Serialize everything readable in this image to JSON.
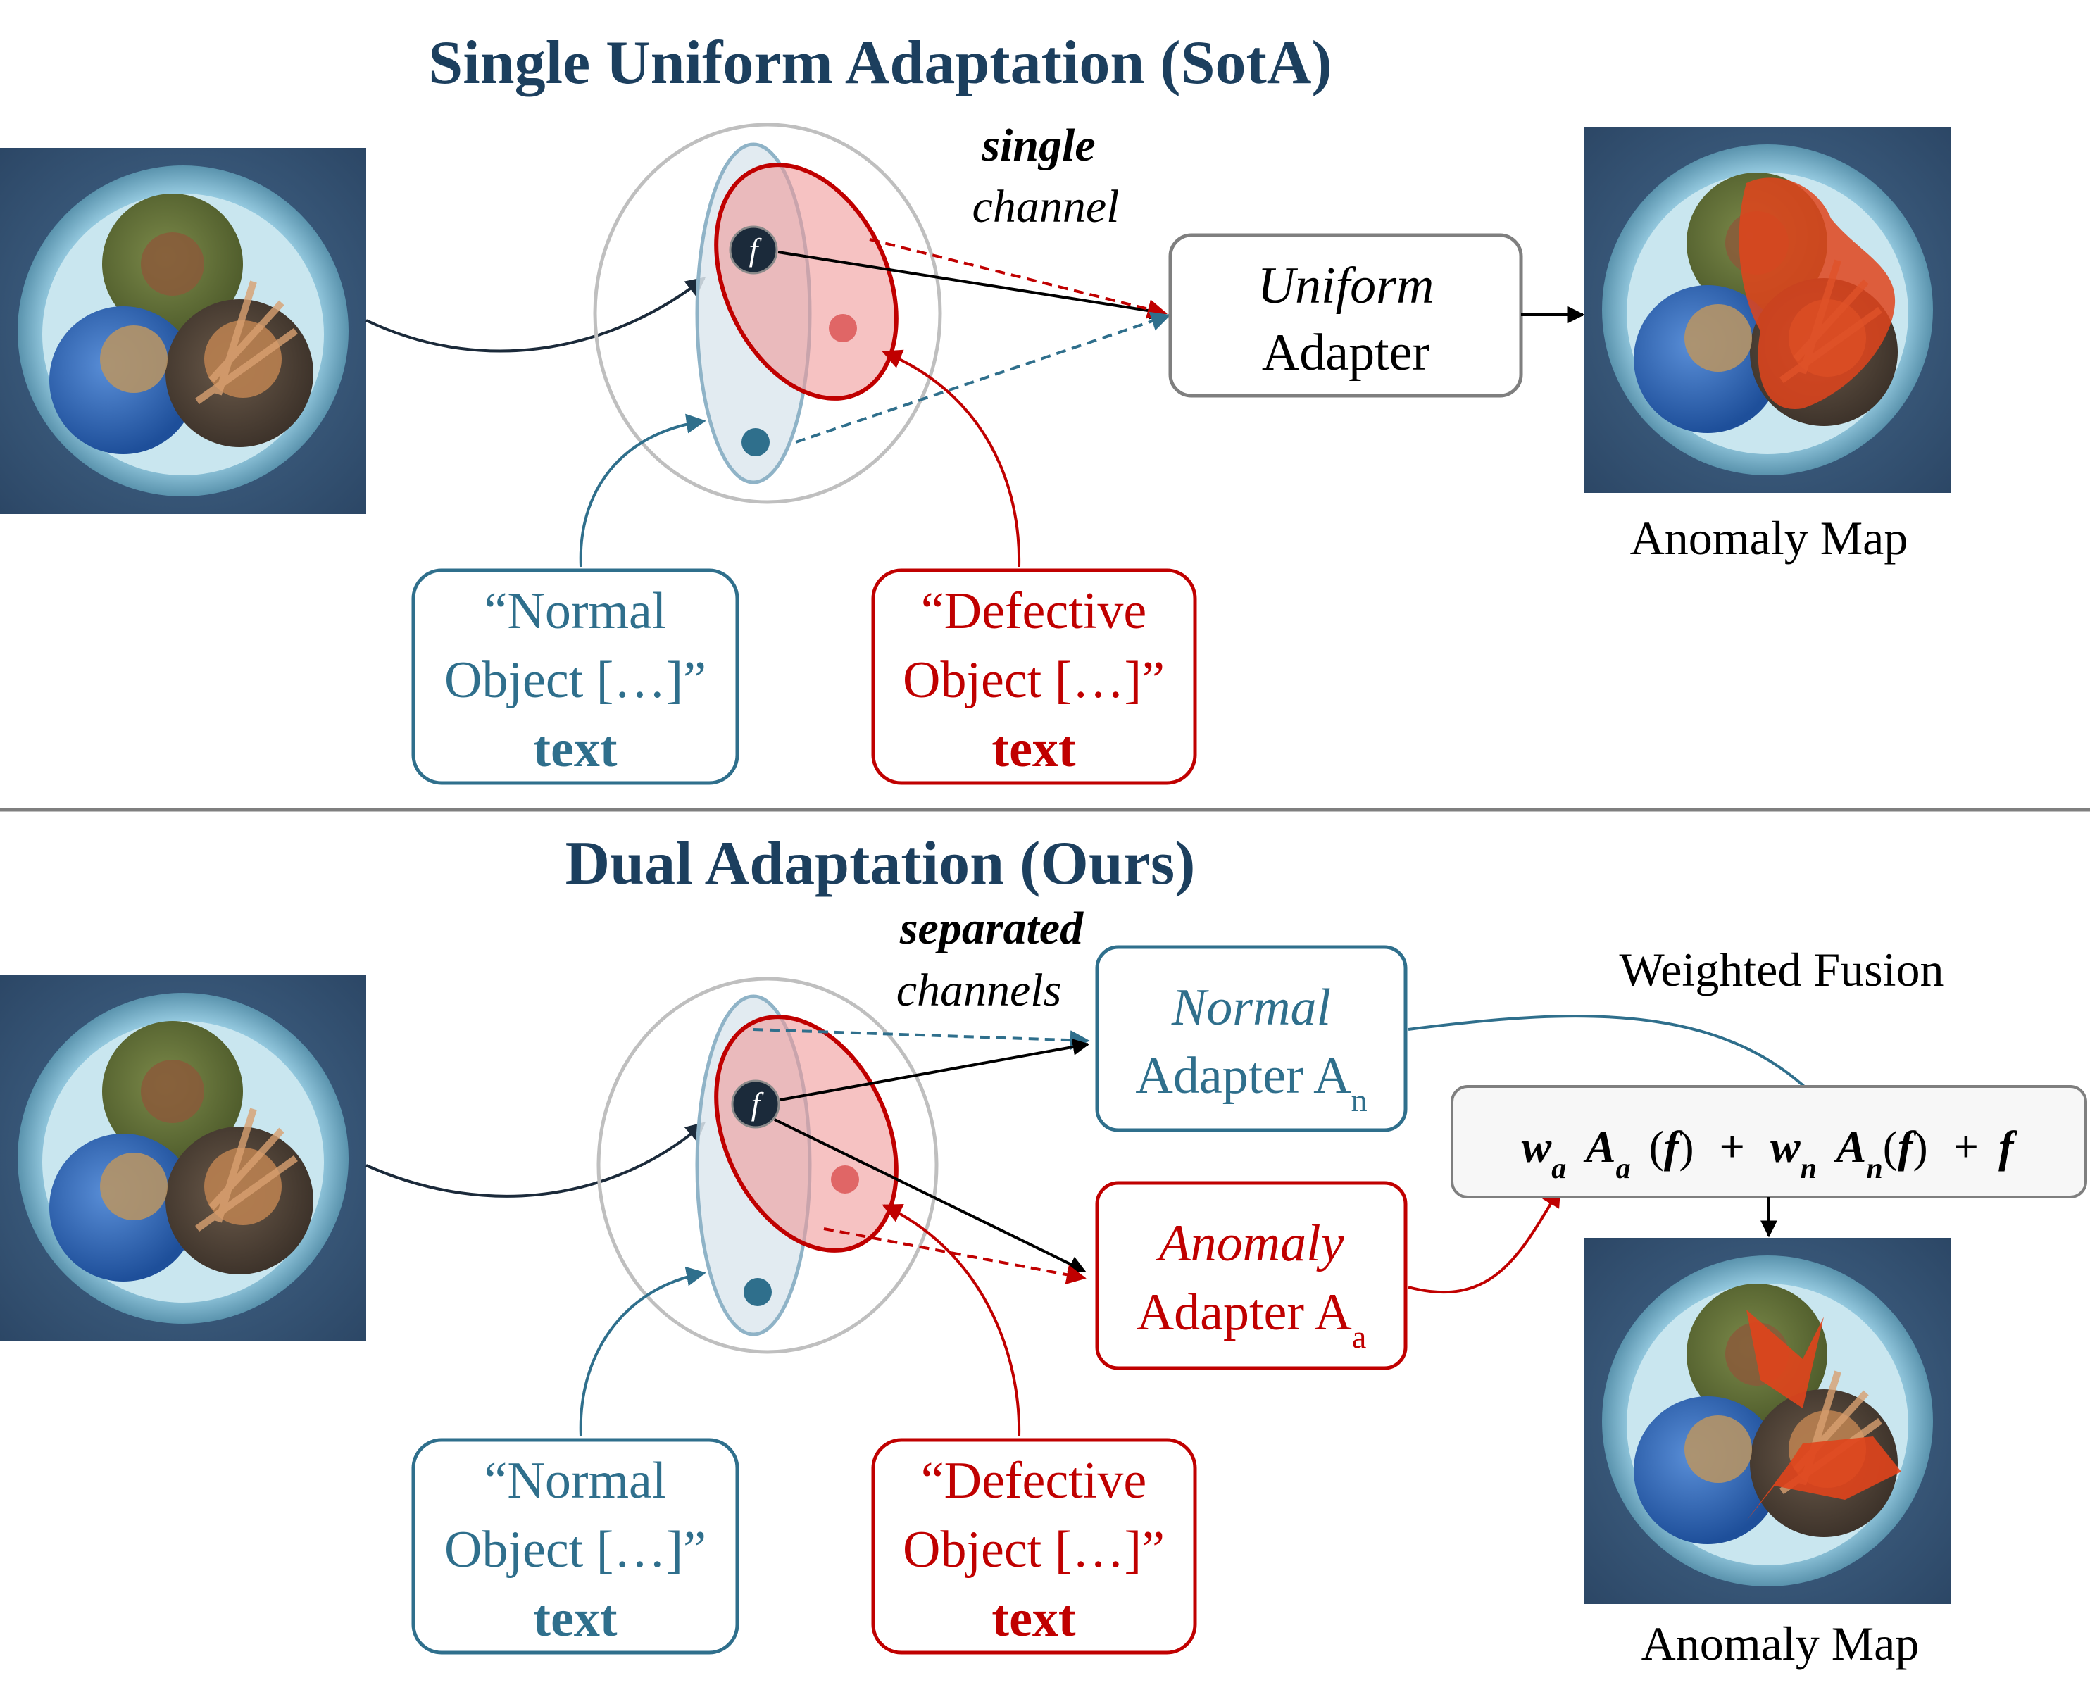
{
  "top": {
    "title": "Single Uniform Adaptation (SotA)",
    "channel_bold": "single",
    "channel_italic": "channel",
    "adapter_line1": "Uniform",
    "adapter_line2": "Adapter",
    "output_label": "Anomaly Map",
    "normal_text": {
      "line1": "“Normal",
      "line2": "Object […]”",
      "line3": "text"
    },
    "defect_text": {
      "line1": "“Defective",
      "line2": "Object […]”",
      "line3": "text"
    },
    "feature_symbol": "f"
  },
  "bottom": {
    "title": "Dual Adaptation (Ours)",
    "channel_bold": "separated",
    "channel_italic": "channels",
    "normal_adapter": {
      "line1": "Normal",
      "line2": "Adapter A",
      "sub": "n"
    },
    "anomaly_adapter": {
      "line1": "Anomaly",
      "line2": "Adapter A",
      "sub": "a"
    },
    "fusion_label": "Weighted Fusion",
    "formula": {
      "w": "w",
      "a": "a",
      "n": "n",
      "A": "A",
      "f": "f",
      "open": "(",
      "close": ")",
      "plus": "+"
    },
    "output_label": "Anomaly Map",
    "normal_text": {
      "line1": "“Normal",
      "line2": "Object […]”",
      "line3": "text"
    },
    "defect_text": {
      "line1": "“Defective",
      "line2": "Object […]”",
      "line3": "text"
    },
    "feature_symbol": "f"
  },
  "colors": {
    "normal": "#2f6f8c",
    "defect": "#c00000",
    "title": "#1c3f5e",
    "anomaly_overlay": "#e0441c",
    "divider": "#7f7f7f"
  }
}
